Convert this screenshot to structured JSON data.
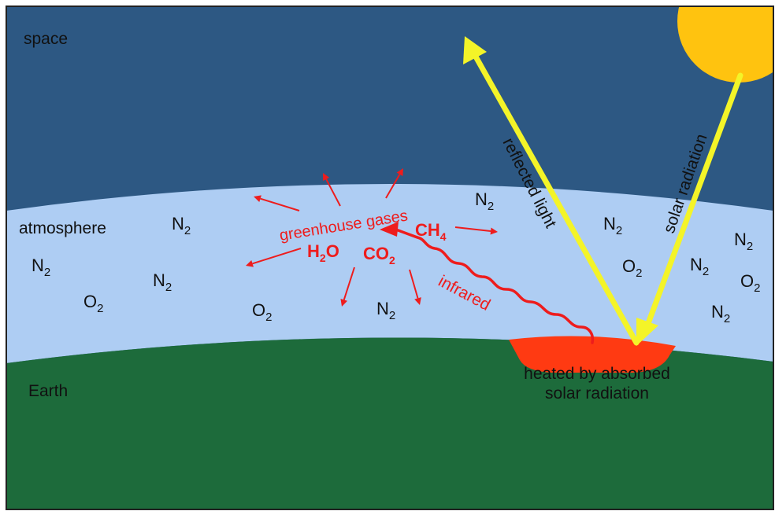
{
  "colors": {
    "space": "#2d5883",
    "atmosphere": "#aecdf3",
    "earth": "#1d6b3b",
    "sun": "#ffc30f",
    "ray": "#f4f428",
    "heated_patch": "#ff3a12",
    "greenhouse": "#ee1c1c",
    "text": "#111111"
  },
  "regions": {
    "space_label": "space",
    "atmosphere_label": "atmosphere",
    "earth_label": "Earth"
  },
  "arrows": {
    "solar_radiation": "solar radiation",
    "reflected_light": "reflected light",
    "infrared": "infrared"
  },
  "greenhouse": {
    "label": "greenhouse gases",
    "h2o": {
      "base": "H",
      "sub": "2",
      "tail": "O"
    },
    "co2": {
      "base": "CO",
      "sub": "2"
    },
    "ch4": {
      "base": "CH",
      "sub": "4"
    }
  },
  "heated": {
    "line1": "heated by absorbed",
    "line2": "solar radiation"
  },
  "molecules": {
    "n2": {
      "base": "N",
      "sub": "2"
    },
    "o2": {
      "base": "O",
      "sub": "2"
    }
  }
}
